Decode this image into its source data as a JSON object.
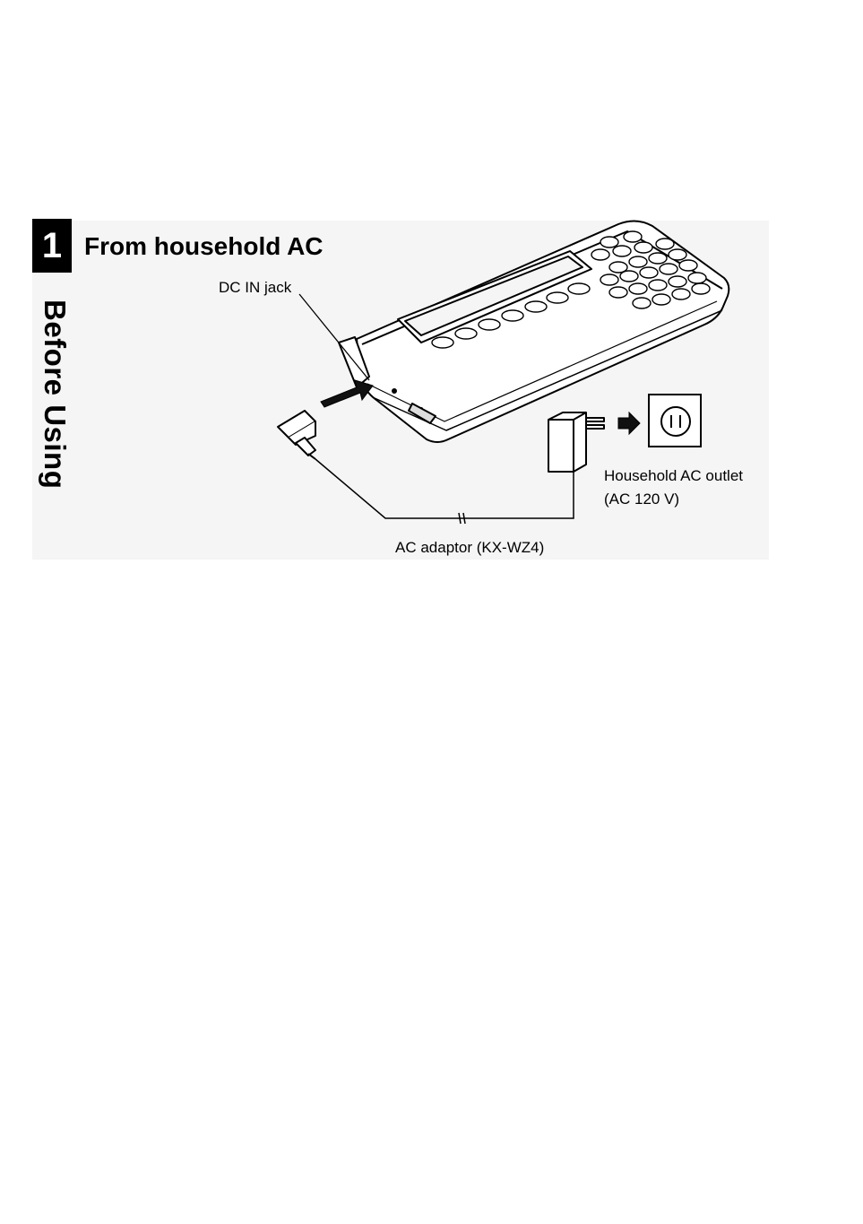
{
  "chapter": {
    "number": "1",
    "side_label": "Before Using"
  },
  "section": {
    "title": "From household AC"
  },
  "labels": {
    "dc_in_jack": "DC IN jack",
    "outlet_line1": "Household AC outlet",
    "outlet_line2": "(AC 120 V)",
    "adaptor": "AC adaptor (KX-WZ4)"
  },
  "illustration": {
    "device": "handheld-keypad-unit-icon",
    "plug": "dc-plug-icon",
    "adaptor": "ac-adaptor-icon",
    "outlet": "wall-outlet-icon",
    "arrows": [
      "insert-arrow-icon",
      "right-arrow-icon"
    ]
  }
}
